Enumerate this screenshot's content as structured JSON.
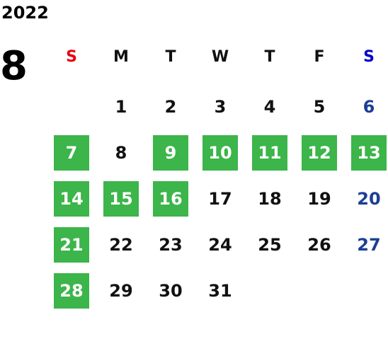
{
  "calendar": {
    "year": "2022",
    "month": "8",
    "weekdays": [
      {
        "label": "S",
        "color": "#e60012"
      },
      {
        "label": "M",
        "color": "#111111"
      },
      {
        "label": "T",
        "color": "#111111"
      },
      {
        "label": "W",
        "color": "#111111"
      },
      {
        "label": "T",
        "color": "#111111"
      },
      {
        "label": "F",
        "color": "#111111"
      },
      {
        "label": "S",
        "color": "#0000cc"
      }
    ],
    "first_weekday_index": 1,
    "days_in_month": 31,
    "highlighted_days": [
      7,
      9,
      10,
      11,
      12,
      13,
      14,
      15,
      16,
      21,
      28
    ],
    "highlight_color": "#3cb54a",
    "saturday_text_color": "#1c3f94"
  }
}
